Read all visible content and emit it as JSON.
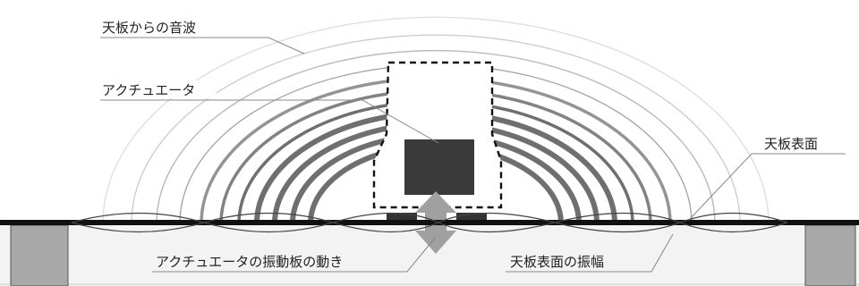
{
  "labels": {
    "sound_wave": "天板からの音波",
    "actuator": "アクチュエータ",
    "panel_surface": "天板表面",
    "actuator_diaphragm_motion": "アクチュエータの振動板の動き",
    "panel_surface_amplitude": "天板表面の振幅"
  },
  "colors": {
    "background": "#ffffff",
    "panel": "#111111",
    "support": "#a8a8a8",
    "actuator_body": "#3a3a3a",
    "wave": "#6f6f6f",
    "arrow": "#a0a0a0",
    "leader": "#888888"
  }
}
